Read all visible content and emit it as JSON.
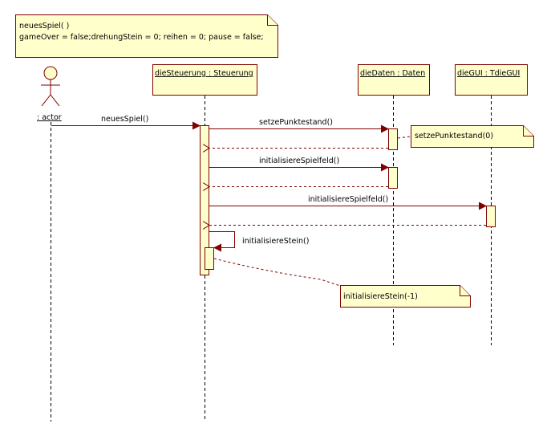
{
  "notes": {
    "top_line1": "neuesSpiel( )",
    "top_line2": "gameOver = false;drehungStein = 0; reihen = 0; pause = false;",
    "punktestand": "setzePunktestand(0)",
    "stein": "initialisiereStein(-1)"
  },
  "participants": {
    "actor": ": actor",
    "steuerung": "dieSteuerung : Steuerung",
    "daten": "dieDaten : Daten",
    "gui": "dieGUI : TdieGUI"
  },
  "messages": {
    "m1": "neuesSpiel()",
    "m2": "setzePunktestand()",
    "m3": "initialisiereSpielfeld()",
    "m4": "initialisiereSpielfeld()",
    "m5": "initialisiereStein()"
  },
  "colors": {
    "line": "#800000",
    "fill": "#ffffcc"
  }
}
